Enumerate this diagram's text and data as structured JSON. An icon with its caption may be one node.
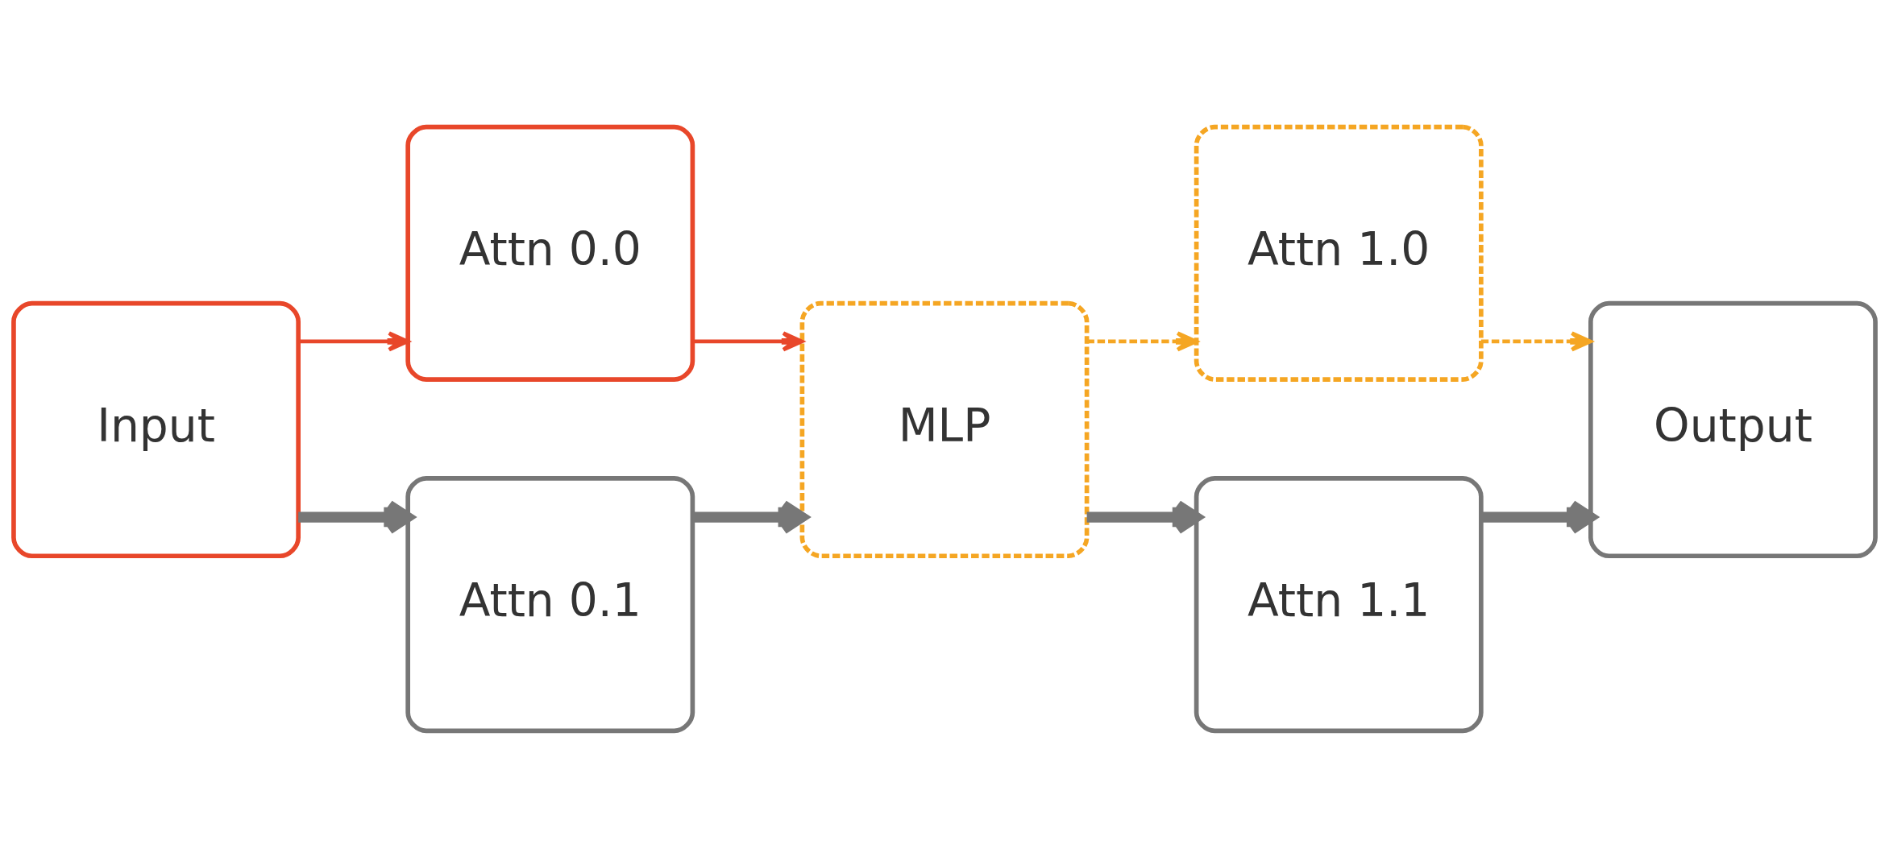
{
  "diagram": {
    "nodes": [
      {
        "text": [
          "Input"
        ]
      },
      {
        "text": [
          "Attn 0.0"
        ]
      },
      {
        "text": [
          "Attn 0.1"
        ]
      },
      {
        "text": [
          "MLP"
        ]
      },
      {
        "text": [
          "Attn 1.0"
        ]
      },
      {
        "text": [
          "Attn 1.1"
        ]
      },
      {
        "text": [
          "Output"
        ]
      }
    ],
    "edges": [
      {
        "from": 0,
        "to": 1,
        "arrow": "to",
        "color": "#e8472a"
      },
      {
        "from": 0,
        "to": 2,
        "arrow": "to",
        "style": "thick"
      },
      {
        "from": 1,
        "to": 3,
        "arrow": "to",
        "color": "#e8472a"
      },
      {
        "from": 2,
        "to": 3,
        "arrow": "to",
        "style": "thick"
      },
      {
        "from": 3,
        "to": 4,
        "arrow": "to",
        "style": "dashed",
        "color": "#f5a623"
      },
      {
        "from": 3,
        "to": 5,
        "arrow": "to",
        "style": "thick"
      },
      {
        "from": 4,
        "to": 6,
        "arrow": "to",
        "style": "dashed",
        "color": "#f5a623"
      },
      {
        "from": 5,
        "to": 6,
        "arrow": "to",
        "style": "thick"
      }
    ]
  }
}
